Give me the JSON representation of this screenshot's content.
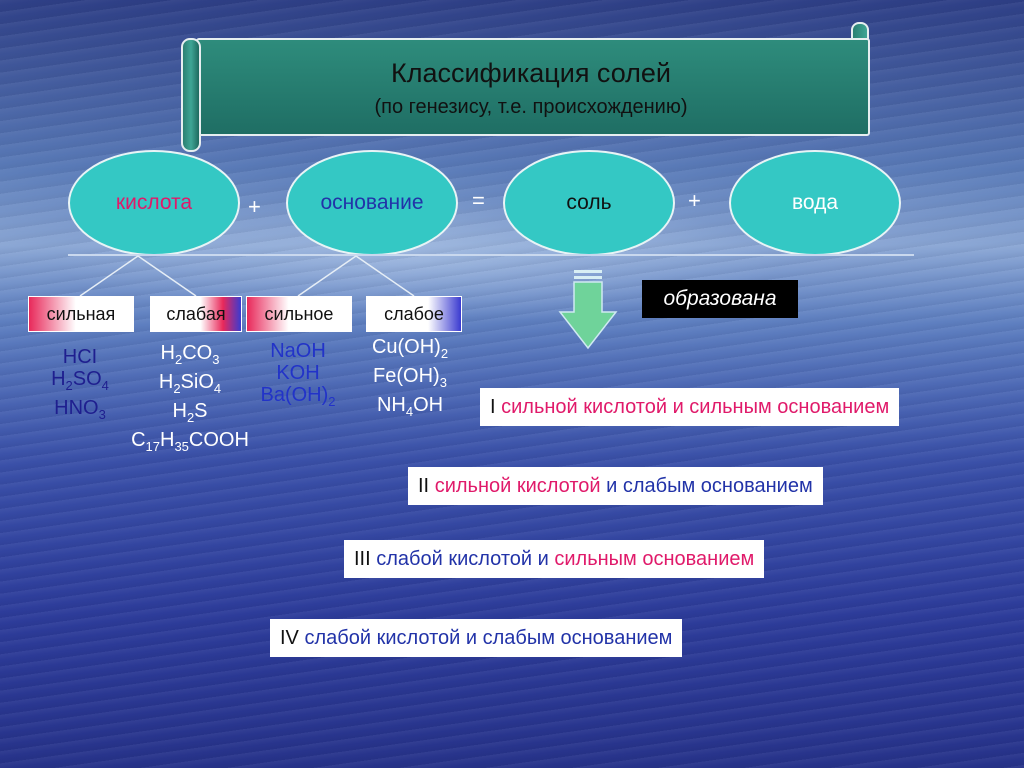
{
  "banner": {
    "title": "Классификация солей",
    "subtitle": "(по генезису, т.е. происхождению)"
  },
  "equation": {
    "acid": "кислота",
    "plus1": "+",
    "base": "основание",
    "equals": "=",
    "salt": "соль",
    "plus2": "+",
    "water": "вода"
  },
  "categories": {
    "strong_acid": "сильная",
    "weak_acid": "слабая",
    "strong_base": "сильное",
    "weak_base": "слабое"
  },
  "formulas": {
    "strong_acids": [
      {
        "parts": [
          "HCI"
        ]
      },
      {
        "parts": [
          "H",
          "2",
          "SO",
          "4"
        ]
      },
      {
        "parts": [
          "HNO",
          "3"
        ]
      }
    ],
    "weak_acids": [
      {
        "parts": [
          "H",
          "2",
          "CO",
          "3"
        ]
      },
      {
        "parts": [
          "H",
          "2",
          "SiO",
          "4"
        ]
      },
      {
        "parts": [
          "H",
          "2",
          "S"
        ]
      },
      {
        "parts": [
          "C",
          "17",
          "H",
          "35",
          "COOH"
        ]
      }
    ],
    "strong_bases": [
      {
        "parts": [
          "NaOH"
        ]
      },
      {
        "parts": [
          "KOH"
        ]
      },
      {
        "parts": [
          "Ba(OH)",
          "2"
        ]
      }
    ],
    "weak_bases": [
      {
        "parts": [
          "Cu(OH)",
          "2"
        ]
      },
      {
        "parts": [
          "Fe(OH)",
          "3"
        ]
      },
      {
        "parts": [
          "NH",
          "4",
          "OH"
        ]
      }
    ]
  },
  "formed_label": "образована",
  "rules": {
    "r1": {
      "num": "I",
      "a": "сильной кислотой и сильным основанием"
    },
    "r2": {
      "num": "II",
      "a": "сильной кислотой",
      "b": "и слабым основанием"
    },
    "r3": {
      "num": "III",
      "a": "слабой кислотой и",
      "b": "сильным основанием"
    },
    "r4": {
      "num": "IV",
      "a": "слабой кислотой и слабым основанием"
    }
  },
  "colors": {
    "oval_fill": "#34c8c4",
    "acid_text": "#e01a6a",
    "base_text": "#2233a8",
    "banner_fill": "#1f6e64"
  }
}
